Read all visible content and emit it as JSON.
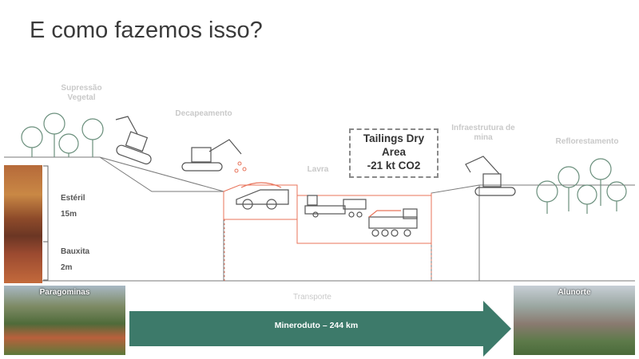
{
  "title": "E como fazemos isso?",
  "stages": {
    "supressao": "Supressão Vegetal",
    "decapeamento": "Decapeamento",
    "lavra": "Lavra",
    "infraestrutura": "Infraestrutura de mina",
    "reflorestamento": "Reflorestamento",
    "transporte": "Transporte"
  },
  "soil": {
    "esteril_label": "Estéril",
    "esteril_depth": "15m",
    "bauxita_label": "Bauxita",
    "bauxita_depth": "2m"
  },
  "tailings": {
    "line1": "Tailings Dry",
    "line2": "Area",
    "line3": "-21 kt CO2"
  },
  "origin_photo_label": "Paragominas",
  "destination_photo_label": "Alunorte",
  "pipeline_label": "Mineroduto – 244 km",
  "colors": {
    "line": "#7a7a7a",
    "accent_red": "#e8735a",
    "tree": "#6a8f7c",
    "arrow": "#3d7a6a"
  }
}
